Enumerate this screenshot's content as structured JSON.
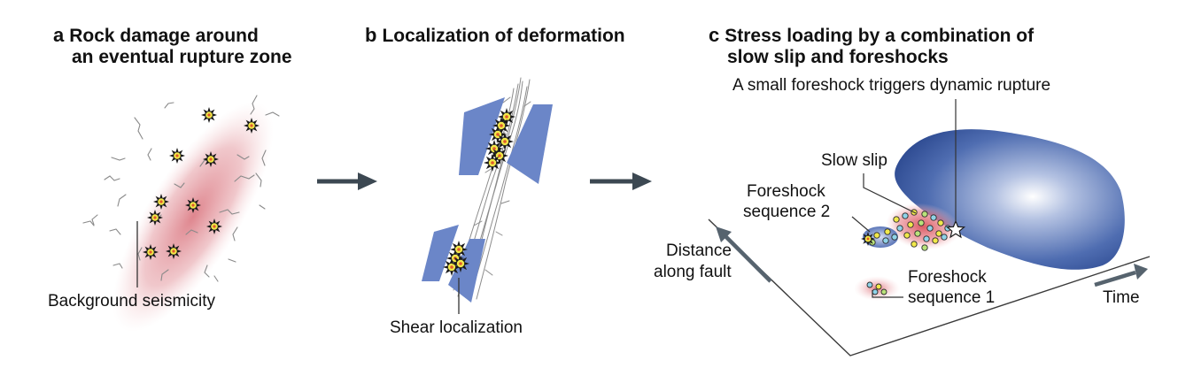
{
  "panels": [
    {
      "letter": "a",
      "title_lines": [
        "Rock damage around",
        "an eventual rupture zone"
      ],
      "callouts": [
        "Background seismicity"
      ]
    },
    {
      "letter": "b",
      "title_lines": [
        "Localization of deformation"
      ],
      "callouts": [
        "Shear localization"
      ]
    },
    {
      "letter": "c",
      "title_lines": [
        "Stress loading by a combination of",
        "slow slip and foreshocks"
      ],
      "callouts": [
        "A small foreshock triggers dynamic rupture",
        "Slow slip",
        "Foreshock",
        "sequence 2",
        "Distance",
        "along fault",
        "Foreshock",
        "sequence 1",
        "Time"
      ]
    }
  ],
  "colors": {
    "damage_zone": "#d9707a",
    "arrow_blue": "#6b86c8",
    "rupture_blue": "#2f4f99",
    "flow_arrow": "#3c4852",
    "star_fill": "#f1e84a",
    "star_outline": "#1a1a1a"
  }
}
